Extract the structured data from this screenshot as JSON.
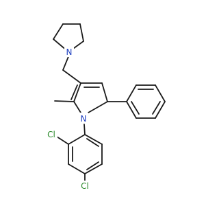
{
  "molecule": {
    "atom_labels": {
      "pyrrolidine_n": "N",
      "pyrrole_n": "N",
      "chlorine_2": "Cl",
      "chlorine_4": "Cl"
    },
    "colors": {
      "bond": "#1a1a1a",
      "nitrogen": "#2040c0",
      "chlorine": "#2a8a2a",
      "background": "#ffffff"
    }
  }
}
